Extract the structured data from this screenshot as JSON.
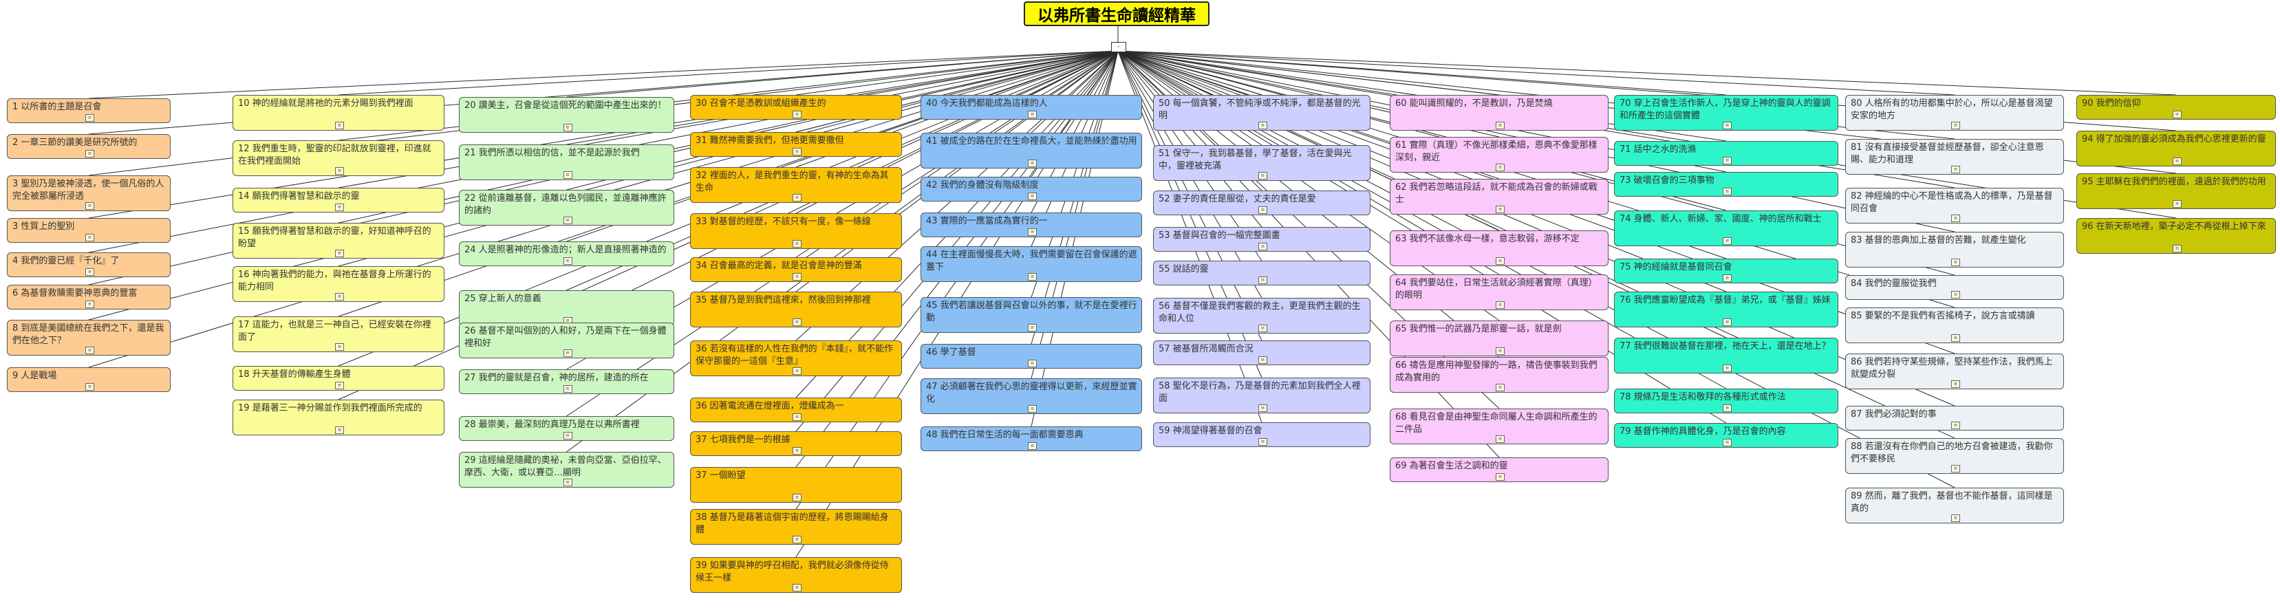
{
  "title": "以弗所書生命讀經精華",
  "hub_label": "-",
  "columns": [
    {
      "color": "#fccc94",
      "items": [
        {
          "text": "1 以所書的主題是召會"
        },
        {
          "text": "2 一章三節的讚美是研究所號的"
        },
        {
          "text": "3 聖別乃是被神浸透，使一個凡俗的人完全被那屬所浸透"
        },
        {
          "text": "3 性質上的聖別"
        },
        {
          "text": "4 我們的靈已經『千化』了"
        },
        {
          "text": "6 為基督救贖需要神恩典的豐富"
        },
        {
          "text": "8 到底是美國總統在我們之下，還是我們在他之下？"
        },
        {
          "text": "9 人是戰場"
        }
      ]
    },
    {
      "color": "#fbfc98",
      "items": [
        {
          "text": "10 神的經綸就是將祂的元素分賜到我們裡面"
        },
        {
          "text": "12 我們重生時，聖靈的印記就放到靈裡，印進就在我們裡面開始"
        },
        {
          "text": "14 願我們得著智慧和啟示的靈"
        },
        {
          "text": "15 願我們得著智慧和啟示的靈，好知道神呼召的盼望"
        },
        {
          "text": "16 神向著我們的能力，與祂在基督身上所運行的能力相同"
        },
        {
          "text": "17 這能力，也就是三一神自己，已經安裝在你裡面了"
        },
        {
          "text": "18 升天基督的傳輸產生身體"
        },
        {
          "text": "19 是藉著三一神分賜並作到我們裡面所完成的"
        }
      ]
    },
    {
      "color": "#cdf7c1",
      "items": [
        {
          "text": "20 讚美主，召會是從這個死的範圍中產生出來的！"
        },
        {
          "text": "21 我們所憑以相信的信，並不是起源於我們"
        },
        {
          "text": "22 從前遠離基督，遠離以色列國民，並遠離神應許的諸約"
        },
        {
          "text": "24 人是照著神的形像造的；新人是直接照著神造的"
        },
        {
          "text": "25 穿上新人的意義"
        },
        {
          "text": "26 基督不是叫個別的人和好，乃是兩下在一個身體裡和好"
        },
        {
          "text": "27 我們的靈就是召會，神的居所，建造的所在"
        },
        {
          "text": "28 最崇美，最深刻的真理乃是在以弗所書裡"
        },
        {
          "text": "29 這經綸是隨藏的奧祕，未曾向亞當、亞伯拉罕、摩西、大衛，或以賽亞…顯明"
        }
      ]
    },
    {
      "color": "#fcc204",
      "items": [
        {
          "text": "30 召會不是憑教訓或組織產生的"
        },
        {
          "text": "31 難然神需要我們，但祂更需要撒但"
        },
        {
          "text": "32 裡面的人，是我們重生的靈，有神的生命為其生命"
        },
        {
          "text": "33 對基督的經歷，不該只有一度，像一條線"
        },
        {
          "text": "34 召會最高的定義，就是召會是神的豐滿"
        },
        {
          "text": "35 基督乃是到我們這裡來，然後回到神那裡"
        },
        {
          "text": "36 若沒有這樣的人性在我們的『本錢』，就不能作保守那靈的一這個『生意』"
        },
        {
          "text": "36 因著電流通在燈裡面，燈纔成為一"
        },
        {
          "text": "37 七項我們是一的根據"
        },
        {
          "text": "37 一個盼望"
        },
        {
          "text": "38 基督乃是藉著這個宇宙的歷程，將恩賜賜給身體"
        },
        {
          "text": "39 如果要與神的呼召相配，我們就必須像侍從侍候王一樣"
        }
      ]
    },
    {
      "color": "#8abff5",
      "items": [
        {
          "text": "40 今天我們都能成為這樣的人"
        },
        {
          "text": "41 被成全的路在於在生命裡長大，並能熟練於盡功用"
        },
        {
          "text": "42 我們的身體沒有階級制度"
        },
        {
          "text": "43 實際的一應當成為實行的一"
        },
        {
          "text": "44 在主裡面慢慢長大時，我們需要留在召會保護的遮蓋下"
        },
        {
          "text": "45 我們若讓說基督與召會以外的事，就不是在愛裡行動"
        },
        {
          "text": "46 學了基督"
        },
        {
          "text": "47 必須顧著在我們心思的靈裡得以更新，來經歷並實化"
        },
        {
          "text": "48 我們在日常生活的每一面都需要恩典"
        }
      ]
    },
    {
      "color": "#cdcffe",
      "items": [
        {
          "text": "50 每一個貪饕，不管純淨或不純淨，都是基督的光明"
        },
        {
          "text": "51 保守一，我到慕基督，學了基督，活在愛與光中，靈裡被充滿"
        },
        {
          "text": "52 妻子的責任是服從，丈夫的責任是愛"
        },
        {
          "text": "53 基督與召會的一幅完整圖畫"
        },
        {
          "text": "55 說話的靈"
        },
        {
          "text": "56 基督不僅是我們客觀的救主，更是我們主觀的生命和人位"
        },
        {
          "text": "57 被基督所渴觸而合況"
        },
        {
          "text": "58 聖化不是行為，乃是基督的元素加到我們全人裡面"
        },
        {
          "text": "59 神渴望得著基督的召會"
        }
      ]
    },
    {
      "color": "#fcc9fc",
      "items": [
        {
          "text": "60 能叫識照耀的，不是教訓，乃是焚燒"
        },
        {
          "text": "61 實際（真理）不像光那樣柔細，恩典不像愛那樣深刻，親近"
        },
        {
          "text": "62 我們若忽略這段話，就不能成為召會的新婦或戰士"
        },
        {
          "text": "63 我們不該像水母一樣，意志軟弱，游移不定"
        },
        {
          "text": "64 我們要站住，日常生活就必須經著實際（真理）的眼明"
        },
        {
          "text": "65 我們惟一的武器乃是那靈一話，就是劍"
        },
        {
          "text": "66 禱告是應用神聖發揮的一路，禱告使事裝到我們成為實用的"
        },
        {
          "text": "68 看見召會是由神聖生命同屬人生命調和所產生的二件品"
        },
        {
          "text": "69 為著召會生活之調和的靈"
        }
      ]
    },
    {
      "color": "#2ef5c9",
      "items": [
        {
          "text": "70 穿上召會生活作新人，乃是穿上神的靈與人的靈調和所產生的這個實體"
        },
        {
          "text": "71 話中之水的洗滌"
        },
        {
          "text": "73 破壞召會的三項事物"
        },
        {
          "text": "74 身體、新人、新婦、家、國度、神的居所和戰士"
        },
        {
          "text": "75 神的經綸就是基督同召會"
        },
        {
          "text": "76 我們應當盼望成為『基督』弟兄，或『基督』姊妹"
        },
        {
          "text": "77 我們很難說基督在那裡，祂在天上，還是在地上？"
        },
        {
          "text": "78 規條乃是生活和敬拜的各種形式或作法"
        },
        {
          "text": "79 基督作神的具體化身，乃是召會的內容"
        }
      ]
    },
    {
      "color": "#ebf1f4",
      "items": [
        {
          "text": "80 人格所有的功用都集中於心，所以心是基督渴望安家的地方"
        },
        {
          "text": "81 沒有直接接受基督並經歷基督，卻全心注意恩賜、能力和道理"
        },
        {
          "text": "82 神經綸的中心不是性格或為人的標準，乃是基督同召會"
        },
        {
          "text": "83 基督的恩典加上基督的苦難，就產生變化"
        },
        {
          "text": "84 我們的靈服從我們"
        },
        {
          "text": "85 要緊的不是我們有否搖椅子，說方言或禱讀"
        },
        {
          "text": "86 我們若持守某些規條，堅持某些作法，我們馬上就變成分裂"
        },
        {
          "text": "87 我們必須記對的事"
        },
        {
          "text": "88 若還沒有在你們自己的地方召會被建造，我勸你們不要移民"
        },
        {
          "text": "89 然而，離了我們，基督也不能作基督，這同樣是真的"
        }
      ]
    },
    {
      "color": "#c8c705",
      "items": [
        {
          "text": "90 我們的信仰"
        },
        {
          "text": "94 得了加強的靈必須成為我們心思裡更新的靈"
        },
        {
          "text": "95 主耶穌在我們們的裡面，遠過於我們的功用"
        },
        {
          "text": "96 在新天新地裡，築子必定不再從根上掉下來"
        }
      ]
    }
  ]
}
